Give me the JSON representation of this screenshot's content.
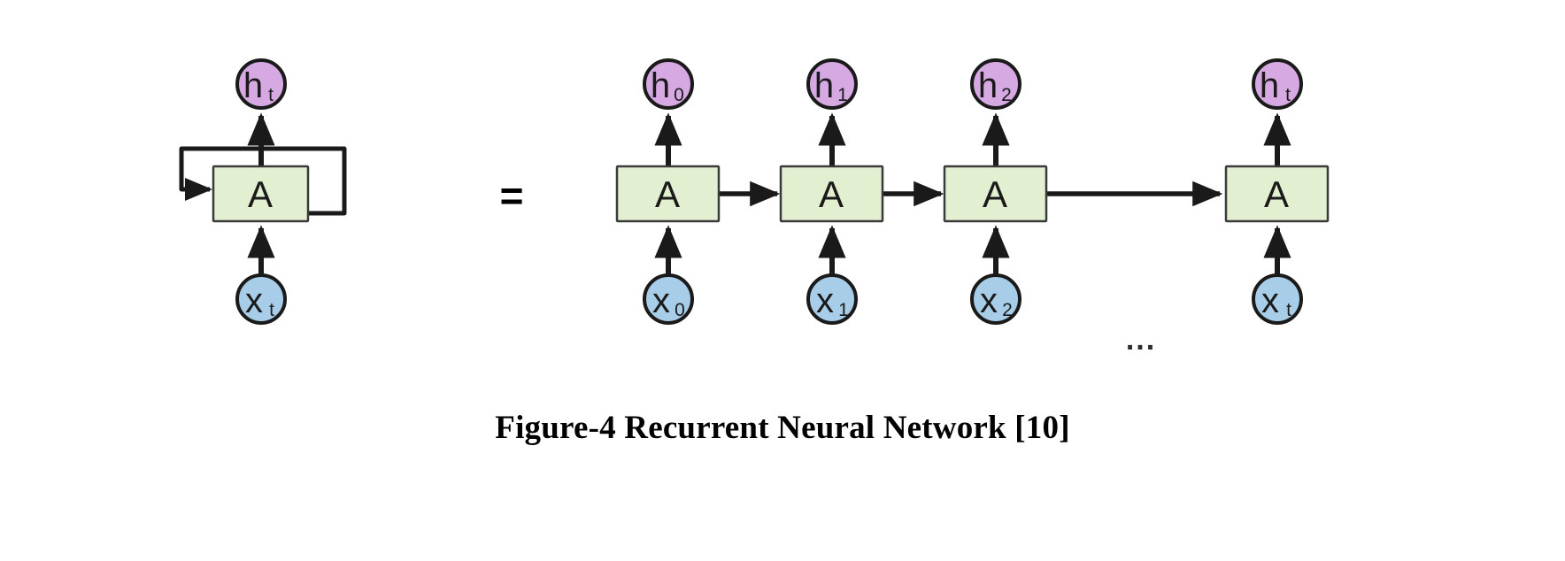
{
  "figure": {
    "caption": "Figure-4 Recurrent Neural Network [10]",
    "equals_sign": "=",
    "ellipsis": "...",
    "cell_label": "A",
    "colors": {
      "hidden_node_fill": "#d7a9e3",
      "input_node_fill": "#a8cde8",
      "cell_fill": "#e2efd0",
      "stroke": "#1a1a1a",
      "background": "#ffffff"
    }
  },
  "folded": {
    "title": "folded-rnn",
    "cell": {
      "label": "A"
    },
    "output_node": {
      "base": "h",
      "sub": "t"
    },
    "input_node": {
      "base": "x",
      "sub": "t"
    },
    "self_loop": {
      "present": true
    }
  },
  "unrolled": {
    "title": "unrolled-rnn",
    "steps": [
      {
        "cell": {
          "label": "A"
        },
        "output_node": {
          "base": "h",
          "sub": "0"
        },
        "input_node": {
          "base": "x",
          "sub": "0"
        }
      },
      {
        "cell": {
          "label": "A"
        },
        "output_node": {
          "base": "h",
          "sub": "1"
        },
        "input_node": {
          "base": "x",
          "sub": "1"
        }
      },
      {
        "cell": {
          "label": "A"
        },
        "output_node": {
          "base": "h",
          "sub": "2"
        },
        "input_node": {
          "base": "x",
          "sub": "2"
        }
      },
      {
        "cell": {
          "label": "A"
        },
        "output_node": {
          "base": "h",
          "sub": "t"
        },
        "input_node": {
          "base": "x",
          "sub": "t"
        }
      }
    ]
  }
}
